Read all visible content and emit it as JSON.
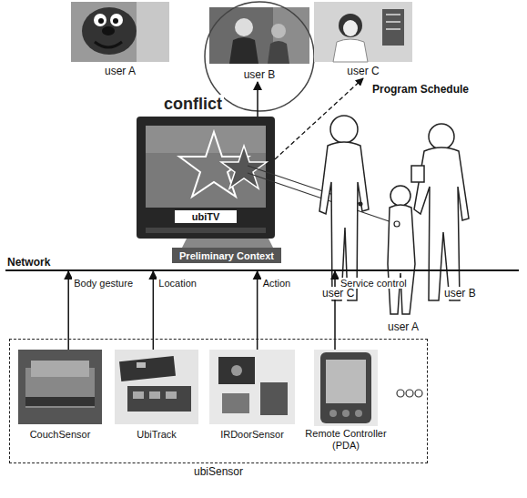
{
  "diagram": {
    "nodes": [
      {
        "text": [
          "user A"
        ]
      },
      {
        "text": [
          "user B"
        ]
      },
      {
        "text": [
          "user C"
        ]
      },
      {
        "text": [
          "ubiTV"
        ]
      },
      {
        "text": [
          "Preliminary Context"
        ]
      },
      {
        "text": [
          "Network"
        ]
      },
      {
        "text": [
          "ubiSensor"
        ]
      },
      {
        "text": [
          "CouchSensor"
        ],
        "in": 6
      },
      {
        "text": [
          "UbiTrack"
        ],
        "in": 6
      },
      {
        "text": [
          "IRDoorSensor"
        ],
        "in": 6
      },
      {
        "text": [
          "Remote Controller (PDA)"
        ],
        "in": 6
      }
    ],
    "edges": [
      {
        "from": 3,
        "to": 1,
        "arrow": "to"
      },
      {
        "from": 3,
        "to": 2,
        "label": "Program Schedule",
        "arrow": "to"
      },
      {
        "from": 7,
        "to": 5,
        "label": "Body gesture",
        "arrow": "to"
      },
      {
        "from": 8,
        "to": 5,
        "label": "Location",
        "arrow": "to"
      },
      {
        "from": 9,
        "to": 5,
        "label": "Action",
        "arrow": "to"
      },
      {
        "from": 10,
        "to": 5,
        "label": "Service control",
        "arrow": "to"
      }
    ],
    "labels": [
      "conflict",
      "user C",
      "user A",
      "user B"
    ]
  }
}
